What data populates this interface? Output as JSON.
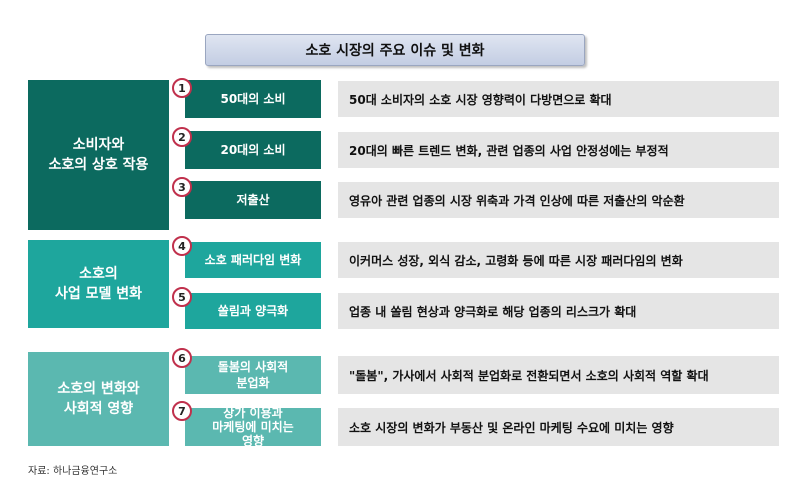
{
  "title": "소호 시장의 주요 이슈 및 변화",
  "categories": [
    {
      "label": "소비자와\n소호의 상호 작용"
    },
    {
      "label": "소호의\n사업 모델 변화"
    },
    {
      "label": "소호의 변화와\n사회적 영향"
    }
  ],
  "items": [
    {
      "num": "1",
      "topic": "50대의 소비",
      "desc": "50대 소비자의 소호 시장 영향력이 다방면으로 확대"
    },
    {
      "num": "2",
      "topic": "20대의 소비",
      "desc": "20대의 빠른 트렌드 변화, 관련 업종의 사업 안정성에는 부정적"
    },
    {
      "num": "3",
      "topic": "저출산",
      "desc": "영유아 관련 업종의 시장 위축과 가격 인상에 따른 저출산의 악순환"
    },
    {
      "num": "4",
      "topic": "소호 패러다임 변화",
      "desc": "이커머스 성장, 외식 감소, 고령화 등에 따른 시장 패러다임의 변화"
    },
    {
      "num": "5",
      "topic": "쏠림과 양극화",
      "desc": "업종 내 쏠림 현상과 양극화로 해당 업종의 리스크가 확대"
    },
    {
      "num": "6",
      "topic": "돌봄의 사회적\n분업화",
      "desc": "\"돌봄\", 가사에서 사회적 분업화로 전환되면서 소호의 사회적 역할 확대"
    },
    {
      "num": "7",
      "topic": "상가 이용과\n마케팅에 미치는\n영향",
      "desc": "소호 시장의 변화가 부동산 및 온라인 마케팅 수요에 미치는 영향"
    }
  ],
  "source": "자료: 하나금융연구소",
  "colors": {
    "dark_teal": "#0c6a5f",
    "mid_teal": "#1ea69d",
    "light_teal": "#5bb8b0",
    "circle_border": "#c0304c"
  }
}
